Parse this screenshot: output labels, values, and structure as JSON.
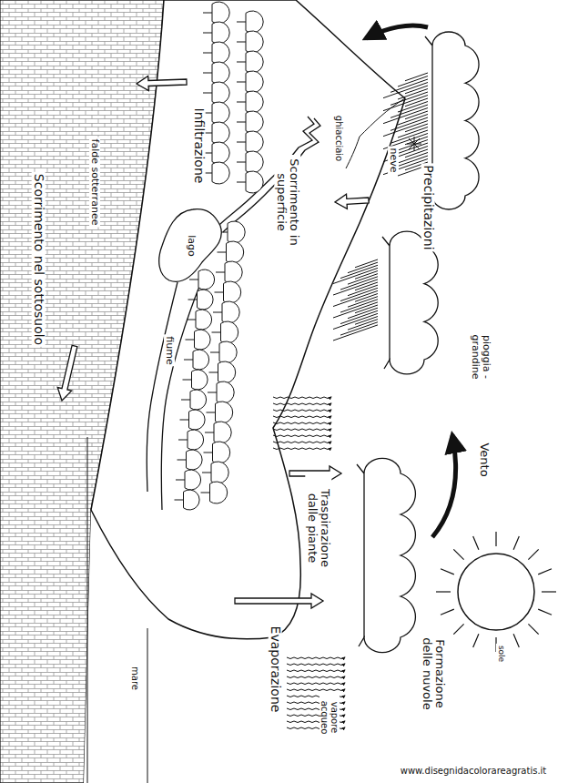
{
  "diagram": {
    "nodes": [
      {
        "text": [
          "lago"
        ]
      }
    ],
    "labels": [
      "Precipitazioni",
      "neve",
      "ghiacciaio",
      "Infiltrazione",
      "falde sotterranee",
      "Scorrimento nel sottosuolo",
      "Scorrimento in superficie",
      "pioggia - grandine",
      "fiume",
      "Vento",
      "Traspirazione dalle piante",
      "Formazione delle nuvole",
      "sole",
      "Evaporazione",
      "vapore acqueo",
      "mare",
      "www.disegnidacolorareagratis.it"
    ]
  }
}
